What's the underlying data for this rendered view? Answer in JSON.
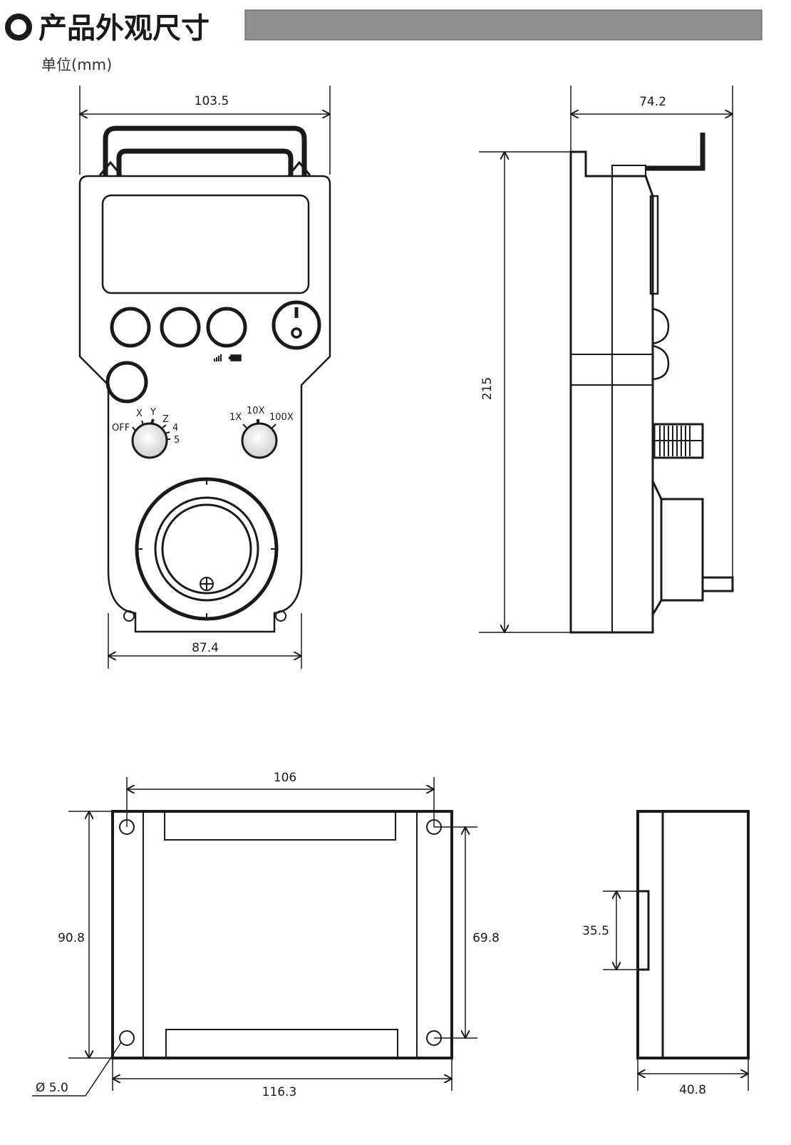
{
  "header": {
    "title": "产品外观尺寸",
    "unit": "单位(mm)",
    "bar_color": "#8f8f8f"
  },
  "front_view": {
    "width_top": "103.5",
    "width_bottom": "87.4",
    "mode_selector": {
      "labels": [
        "OFF",
        "X",
        "Y",
        "Z",
        "4",
        "5"
      ]
    },
    "step_selector": {
      "labels": [
        "1X",
        "10X",
        "100X"
      ]
    }
  },
  "side_view": {
    "depth": "74.2",
    "height": "215"
  },
  "receiver_front": {
    "hole_spacing_x": "106",
    "height": "90.8",
    "hole_spacing_y": "69.8",
    "width": "116.3",
    "hole_diameter": "Ø 5.0"
  },
  "receiver_side": {
    "rail_height": "35.5",
    "depth": "40.8"
  },
  "colors": {
    "line": "#1a1a1a",
    "knob_fill": "#e6e6e6"
  }
}
